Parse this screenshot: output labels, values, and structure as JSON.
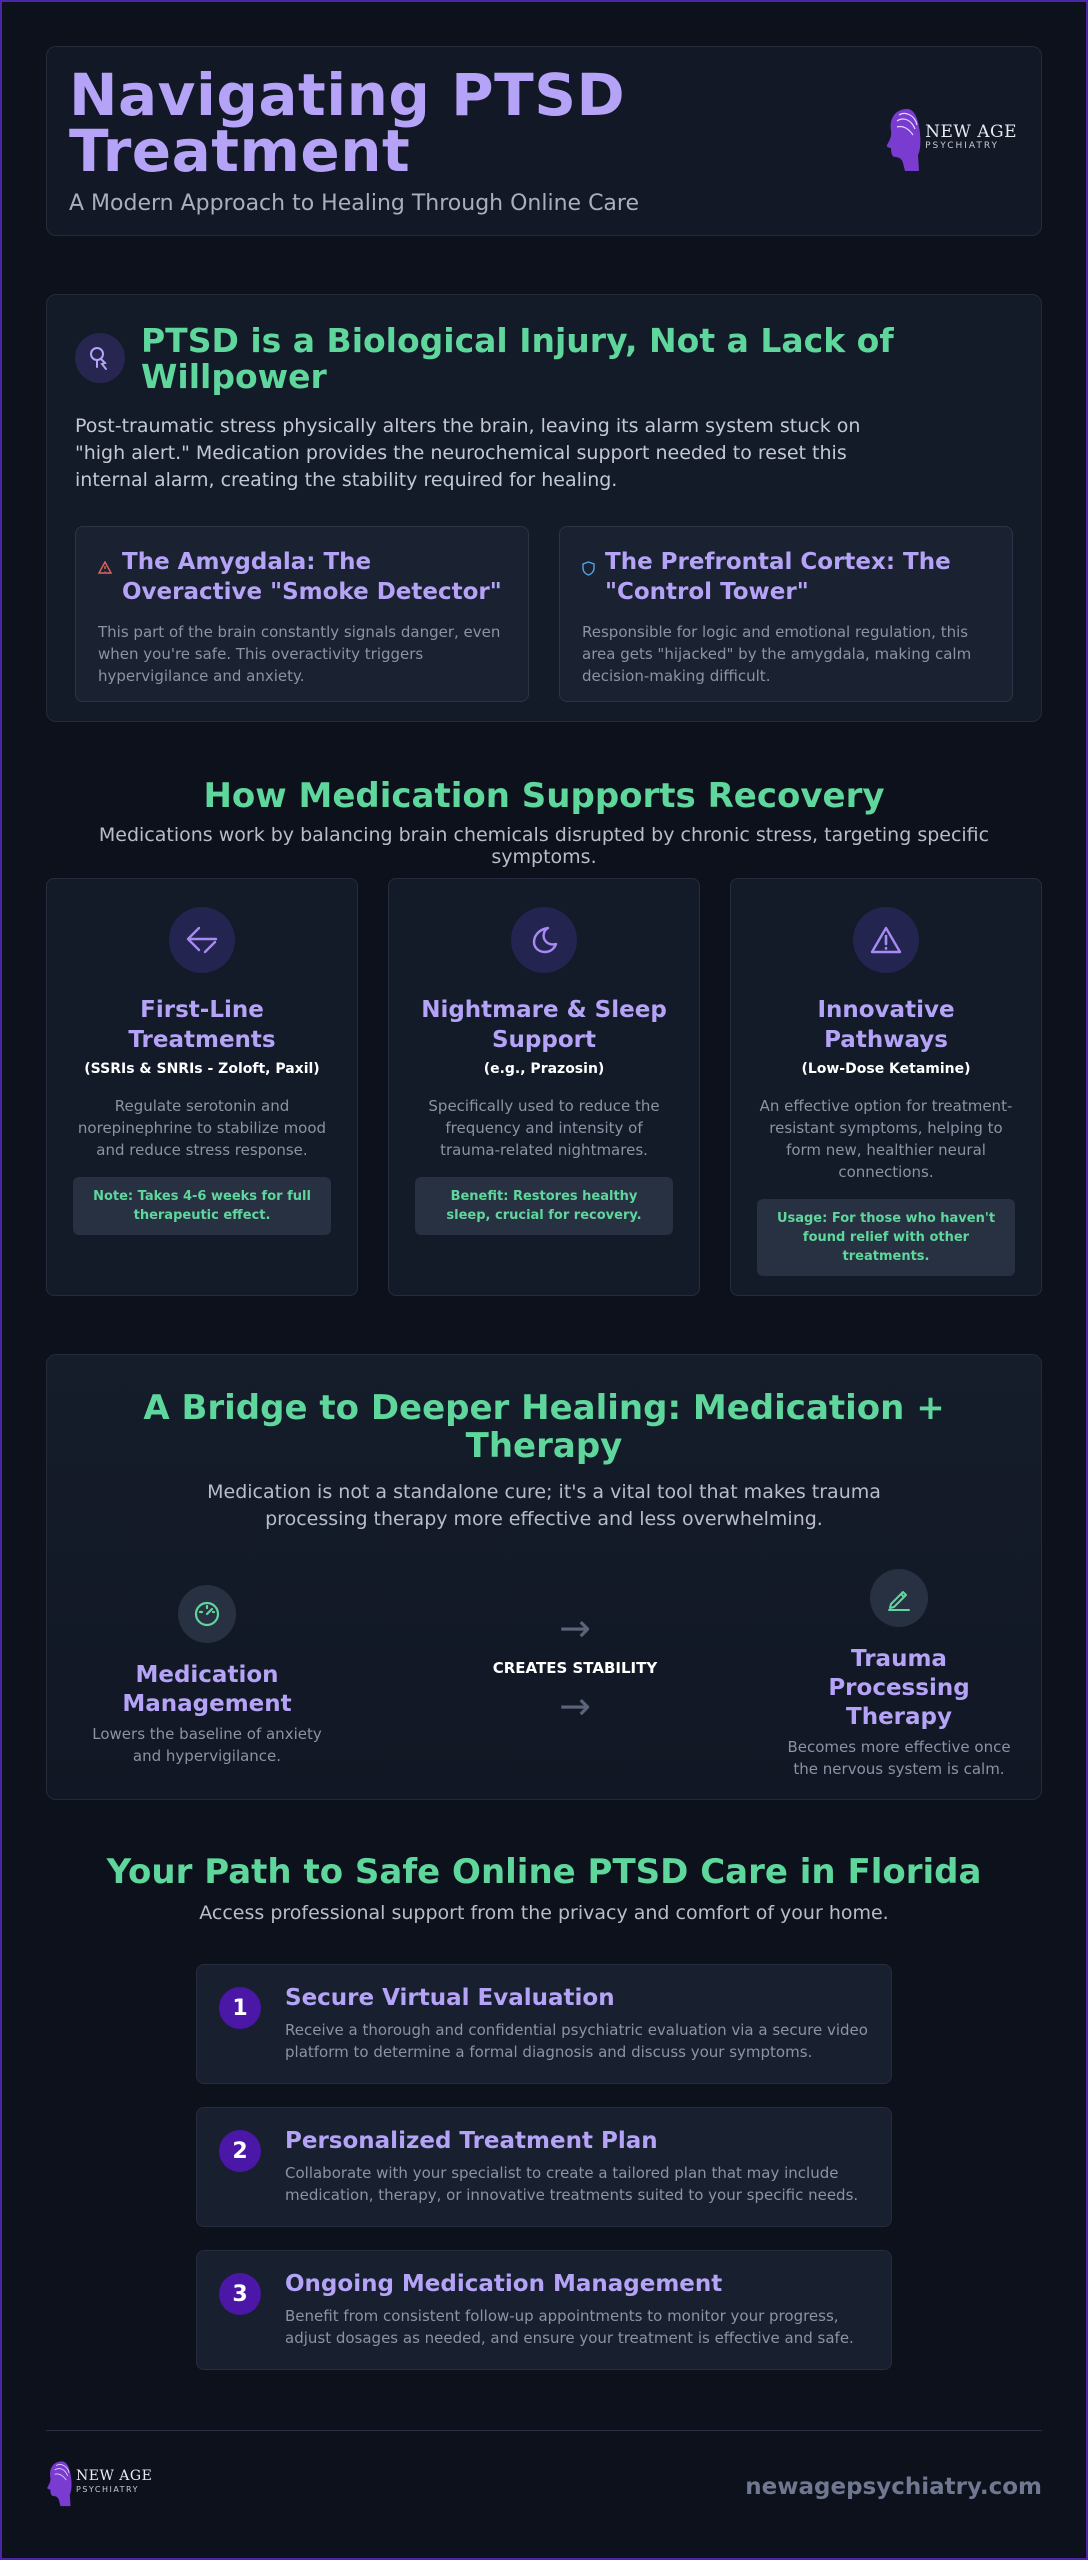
{
  "header": {
    "title": "Navigating PTSD Treatment",
    "subtitle": "A Modern Approach to Healing Through Online Care",
    "logo": {
      "line1": "NEW AGE",
      "line2": "PSYCHIATRY"
    }
  },
  "biology": {
    "icon": "brain-lightning-icon",
    "title": "PTSD is a Biological Injury, Not a Lack of Willpower",
    "text": "Post-traumatic stress physically alters the brain, leaving its alarm system stuck on \"high alert.\" Medication provides the neurochemical support needed to reset this internal alarm, creating the stability required for healing.",
    "cards": [
      {
        "icon": "warning-triangle-icon",
        "title": "The Amygdala: The Overactive \"Smoke Detector\"",
        "text": "This part of the brain constantly signals danger, even when you're safe. This overactivity triggers hypervigilance and anxiety."
      },
      {
        "icon": "shield-icon",
        "title": "The Prefrontal Cortex: The \"Control Tower\"",
        "text": "Responsible for logic and emotional regulation, this area gets \"hijacked\" by the amygdala, making calm decision-making difficult."
      }
    ]
  },
  "medication": {
    "title": "How Medication Supports Recovery",
    "subtitle": "Medications work by balancing brain chemicals disrupted by chronic stress, targeting specific symptoms.",
    "cards": [
      {
        "icon": "arrow-balance-icon",
        "title": "First-Line Treatments",
        "sub": "(SSRIs & SNRIs - Zoloft, Paxil)",
        "text": "Regulate serotonin and norepinephrine to stabilize mood and reduce stress response.",
        "note": "Note: Takes 4-6 weeks for full therapeutic effect."
      },
      {
        "icon": "moon-icon",
        "title": "Nightmare & Sleep Support",
        "sub": "(e.g., Prazosin)",
        "text": "Specifically used to reduce the frequency and intensity of trauma-related nightmares.",
        "note": "Benefit: Restores healthy sleep, crucial for recovery."
      },
      {
        "icon": "alert-triangle-icon",
        "title": "Innovative Pathways",
        "sub": "(Low-Dose Ketamine)",
        "text": "An effective option for treatment-resistant symptoms, helping to form new, healthier neural connections.",
        "note": "Usage: For those who haven't found relief with other treatments."
      }
    ]
  },
  "bridge": {
    "title": "A Bridge to Deeper Healing: Medication + Therapy",
    "text": "Medication is not a standalone cure; it's a vital tool that makes trauma processing therapy more effective and less overwhelming.",
    "left": {
      "icon": "gauge-icon",
      "title": "Medication Management",
      "text": "Lowers the baseline of anxiety and hypervigilance."
    },
    "middle": {
      "label": "CREATES STABILITY",
      "arrow": "→"
    },
    "right": {
      "icon": "pencil-icon",
      "title": "Trauma Processing Therapy",
      "text": "Becomes more effective once the nervous system is calm."
    }
  },
  "path": {
    "title": "Your Path to Safe Online PTSD Care in Florida",
    "subtitle": "Access professional support from the privacy and comfort of your home.",
    "steps": [
      {
        "num": "1",
        "title": "Secure Virtual Evaluation",
        "text": "Receive a thorough and confidential psychiatric evaluation via a secure video platform to determine a formal diagnosis and discuss your symptoms."
      },
      {
        "num": "2",
        "title": "Personalized Treatment Plan",
        "text": "Collaborate with your specialist to create a tailored plan that may include medication, therapy, or innovative treatments suited to your specific needs."
      },
      {
        "num": "3",
        "title": "Ongoing Medication Management",
        "text": "Benefit from consistent follow-up appointments to monitor your progress, adjust dosages as needed, and ensure your treatment is effective and safe."
      }
    ]
  },
  "footer": {
    "logo": {
      "line1": "NEW AGE",
      "line2": "PSYCHIATRY"
    },
    "url": "newagepsychiatry.com"
  },
  "colors": {
    "background": "#0c111c",
    "accent_purple": "#b4a3f7",
    "accent_green": "#5fd69c",
    "step_badge": "#4a17a6",
    "frame": "#4a26a8"
  }
}
